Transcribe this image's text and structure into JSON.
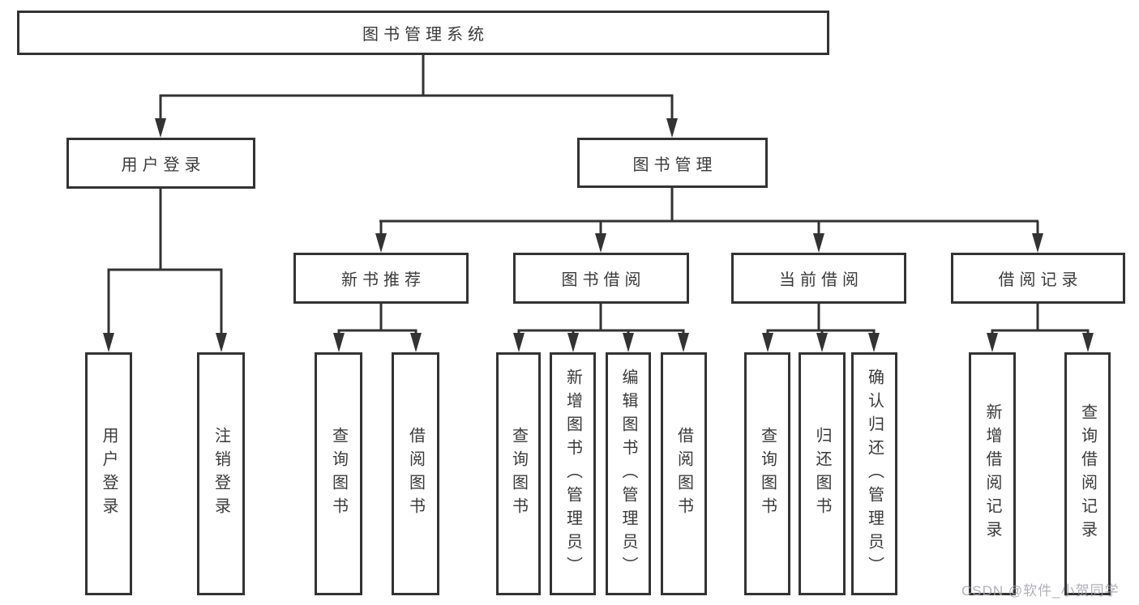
{
  "colors": {
    "line": "#333333",
    "box_border": "#333333",
    "box_fill": "#ffffff",
    "text": "#3a3a3a",
    "watermark_text": "#a3a3ab",
    "background": "#ffffff"
  },
  "watermark": "CSDN @软件_小贺同学",
  "tree": {
    "label": "图书管理系统",
    "children": [
      {
        "label": "用户登录",
        "children": [
          {
            "label": "用户登录"
          },
          {
            "label": "注销登录"
          }
        ]
      },
      {
        "label": "图书管理",
        "children": [
          {
            "label": "新书推荐",
            "children": [
              {
                "label": "查询图书"
              },
              {
                "label": "借阅图书"
              }
            ]
          },
          {
            "label": "图书借阅",
            "children": [
              {
                "label": "查询图书"
              },
              {
                "label": "新增图书（管理员）"
              },
              {
                "label": "编辑图书（管理员）"
              },
              {
                "label": "借阅图书"
              }
            ]
          },
          {
            "label": "当前借阅",
            "children": [
              {
                "label": "查询图书"
              },
              {
                "label": "归还图书"
              },
              {
                "label": "确认归还（管理员）"
              }
            ]
          },
          {
            "label": "借阅记录",
            "children": [
              {
                "label": "新增借阅记录"
              },
              {
                "label": "查询借阅记录"
              }
            ]
          }
        ]
      }
    ]
  }
}
